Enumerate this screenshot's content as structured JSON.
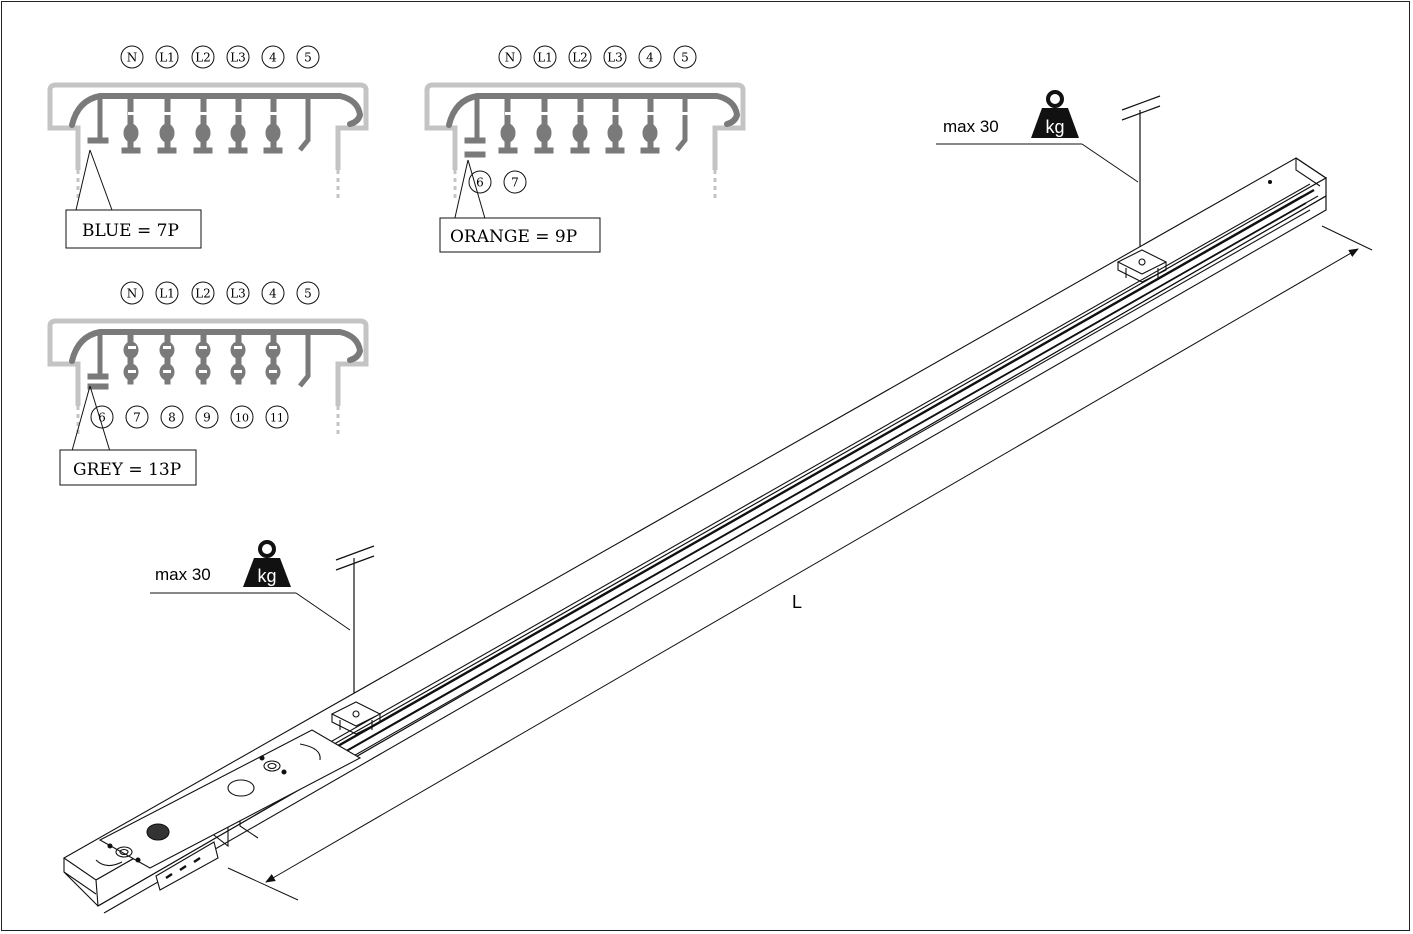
{
  "pin_labels": [
    "N",
    "L1",
    "L2",
    "L3",
    "4",
    "5"
  ],
  "variants": [
    {
      "label": "BLUE = 7P",
      "extra_pins": []
    },
    {
      "label": "ORANGE = 9P",
      "extra_pins": [
        "6",
        "7"
      ]
    },
    {
      "label": "GREY = 13P",
      "extra_pins": [
        "6",
        "7",
        "8",
        "9",
        "10",
        "11"
      ]
    }
  ],
  "load_labels": [
    {
      "text": "max 30",
      "unit": "kg"
    },
    {
      "text": "max 30",
      "unit": "kg"
    }
  ],
  "dimension_label": "L",
  "colors": {
    "profile_light": "#c4c4c4",
    "conductor_dark": "#7a7a7a",
    "line": "#111111"
  }
}
